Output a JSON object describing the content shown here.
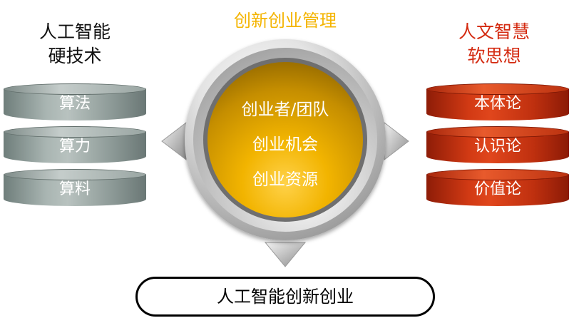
{
  "left_column": {
    "heading_line1": "人工智能",
    "heading_line2": "硬技术",
    "items": [
      "算法",
      "算力",
      "算料"
    ]
  },
  "center": {
    "heading": "创新创业管理",
    "items": [
      "创业者/团队",
      "创业机会",
      "创业资源"
    ]
  },
  "right_column": {
    "heading_line1": "人文智慧",
    "heading_line2": "软思想",
    "items": [
      "本体论",
      "认识论",
      "价值论"
    ]
  },
  "bottom": {
    "label": "人工智能创新创业"
  },
  "colors": {
    "center_heading": "#f4b400",
    "right_heading": "#d42a10",
    "left_disks": "#8e9b98",
    "right_disks": "#d23a14",
    "core": "#f2b400"
  }
}
